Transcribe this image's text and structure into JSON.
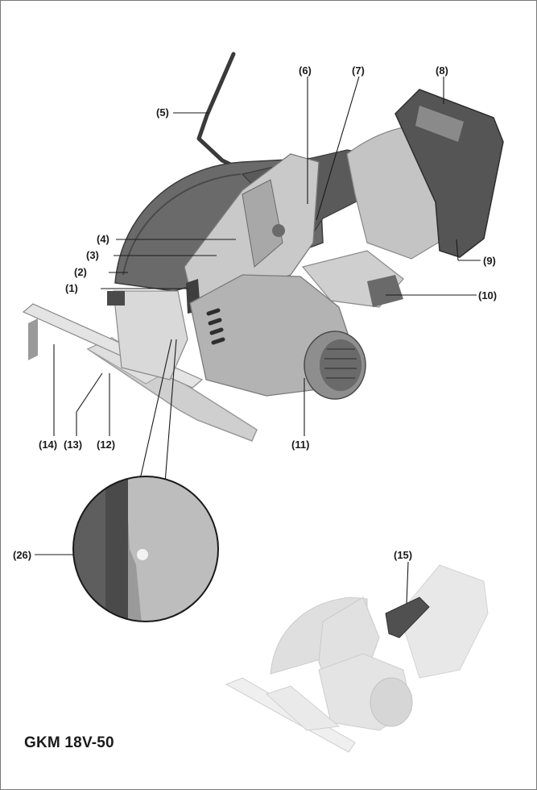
{
  "model": "GKM 18V-50",
  "callouts": {
    "c1": "(1)",
    "c2": "(2)",
    "c3": "(3)",
    "c4": "(4)",
    "c5": "(5)",
    "c6": "(6)",
    "c7": "(7)",
    "c8": "(8)",
    "c9": "(9)",
    "c10": "(10)",
    "c11": "(11)",
    "c12": "(12)",
    "c13": "(13)",
    "c14": "(14)",
    "c15": "(15)",
    "c26": "(26)"
  },
  "colors": {
    "dark_grey": "#5c5c5c",
    "mid_grey": "#8a8a8a",
    "light_grey": "#b9b9b9",
    "pale_grey": "#e2e2e2",
    "outline": "#1a1a1a"
  }
}
